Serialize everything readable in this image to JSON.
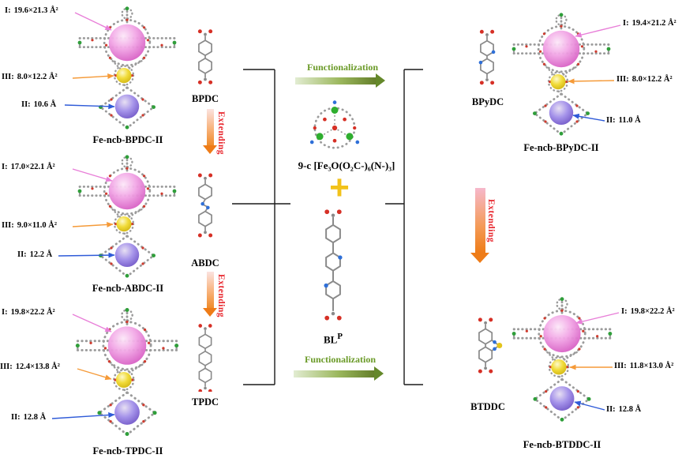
{
  "structures": {
    "bpdc": {
      "caption": "Fe-ncb-BPDC-II",
      "pores": [
        {
          "region": "I:",
          "size": "19.6×21.3 Å²"
        },
        {
          "region": "III:",
          "size": "8.0×12.2 Å²"
        },
        {
          "region": "II:",
          "size": "10.6 Å"
        }
      ]
    },
    "abdc": {
      "caption": "Fe-ncb-ABDC-II",
      "pores": [
        {
          "region": "I:",
          "size": "17.0×22.1 Å²"
        },
        {
          "region": "III:",
          "size": "9.0×11.0 Å²"
        },
        {
          "region": "II:",
          "size": "12.2 Å"
        }
      ]
    },
    "tpdc": {
      "caption": "Fe-ncb-TPDC-II",
      "pores": [
        {
          "region": "I:",
          "size": "19.8×22.2 Å²"
        },
        {
          "region": "III:",
          "size": "12.4×13.8 Å²"
        },
        {
          "region": "II:",
          "size": "12.8 Å"
        }
      ]
    },
    "bpydc": {
      "caption": "Fe-ncb-BPyDC-II",
      "pores": [
        {
          "region": "I:",
          "size": "19.4×21.2 Å²"
        },
        {
          "region": "III:",
          "size": "8.0×12.2 Å²"
        },
        {
          "region": "II:",
          "size": "11.0 Å"
        }
      ]
    },
    "btddc": {
      "caption": "Fe-ncb-BTDDC-II",
      "pores": [
        {
          "region": "I:",
          "size": "19.8×22.2 Å²"
        },
        {
          "region": "III:",
          "size": "11.8×13.0 Å²"
        },
        {
          "region": "II:",
          "size": "12.8 Å"
        }
      ]
    }
  },
  "linkers": {
    "bpdc": "BPDC",
    "abdc": "ABDC",
    "tpdc": "TPDC",
    "bpydc": "BPyDC",
    "btddc": "BTDDC",
    "bl_base": "BL",
    "bl_sup": "P"
  },
  "center": {
    "cluster_label": "9-c  [Fe₃O(O₂C-)₆(N-)₃]",
    "plus": "+"
  },
  "labels": {
    "extending": "Extending",
    "functionalization": "Functionalization"
  },
  "colors": {
    "cage_i_pink": "#e07bd4",
    "cage_ii_violet": "#7a63d8",
    "cage_iii_yellow": "#e8c61c",
    "extending_text": "#e8252c",
    "extending_arrow": "#ee7c18",
    "functionalization_green": "#6a9a27",
    "plus_gold": "#f2c21a",
    "leader_i": "#e87fd8",
    "leader_iii": "#f59a38",
    "leader_ii": "#2f5bd8"
  }
}
